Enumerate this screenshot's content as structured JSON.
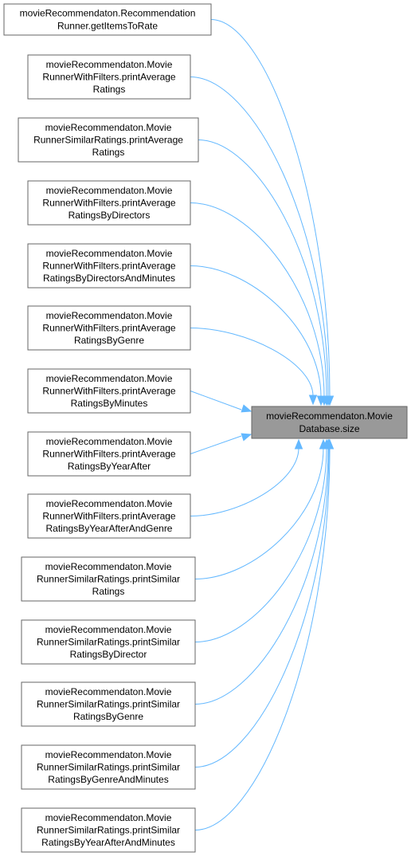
{
  "target": {
    "lines": [
      "movieRecommendaton.Movie",
      "Database.size"
    ]
  },
  "callers": [
    {
      "lines": [
        "movieRecommendaton.Recommendation",
        "Runner.getItemsToRate"
      ]
    },
    {
      "lines": [
        "movieRecommendaton.Movie",
        "RunnerWithFilters.printAverage",
        "Ratings"
      ]
    },
    {
      "lines": [
        "movieRecommendaton.Movie",
        "RunnerSimilarRatings.printAverage",
        "Ratings"
      ]
    },
    {
      "lines": [
        "movieRecommendaton.Movie",
        "RunnerWithFilters.printAverage",
        "RatingsByDirectors"
      ]
    },
    {
      "lines": [
        "movieRecommendaton.Movie",
        "RunnerWithFilters.printAverage",
        "RatingsByDirectorsAndMinutes"
      ]
    },
    {
      "lines": [
        "movieRecommendaton.Movie",
        "RunnerWithFilters.printAverage",
        "RatingsByGenre"
      ]
    },
    {
      "lines": [
        "movieRecommendaton.Movie",
        "RunnerWithFilters.printAverage",
        "RatingsByMinutes"
      ]
    },
    {
      "lines": [
        "movieRecommendaton.Movie",
        "RunnerWithFilters.printAverage",
        "RatingsByYearAfter"
      ]
    },
    {
      "lines": [
        "movieRecommendaton.Movie",
        "RunnerWithFilters.printAverage",
        "RatingsByYearAfterAndGenre"
      ]
    },
    {
      "lines": [
        "movieRecommendaton.Movie",
        "RunnerSimilarRatings.printSimilar",
        "Ratings"
      ]
    },
    {
      "lines": [
        "movieRecommendaton.Movie",
        "RunnerSimilarRatings.printSimilar",
        "RatingsByDirector"
      ]
    },
    {
      "lines": [
        "movieRecommendaton.Movie",
        "RunnerSimilarRatings.printSimilar",
        "RatingsByGenre"
      ]
    },
    {
      "lines": [
        "movieRecommendaton.Movie",
        "RunnerSimilarRatings.printSimilar",
        "RatingsByGenreAndMinutes"
      ]
    },
    {
      "lines": [
        "movieRecommendaton.Movie",
        "RunnerSimilarRatings.printSimilar",
        "RatingsByYearAfterAndMinutes"
      ]
    }
  ],
  "colors": {
    "edge": "#63b8ff",
    "node_border": "#666666",
    "node_fill": "#ffffff",
    "target_fill": "#999999"
  }
}
